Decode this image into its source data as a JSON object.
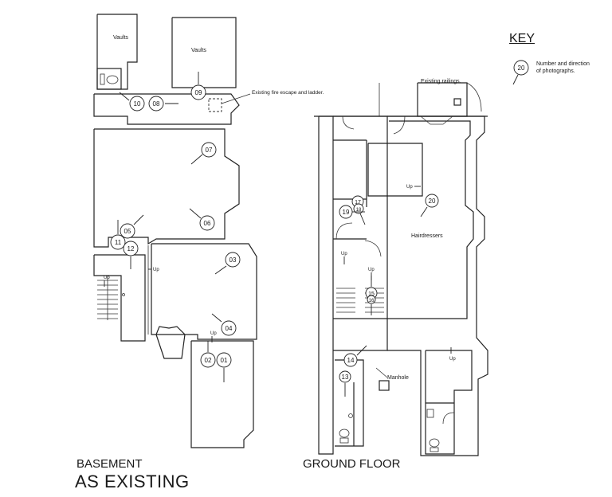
{
  "captions": {
    "basement_line1": "BASEMENT",
    "basement_line2": "AS EXISTING",
    "ground_floor": "GROUND FLOOR"
  },
  "key": {
    "title": "KEY",
    "sample_number": "20",
    "description": "Number and direction of photographs."
  },
  "labels": {
    "vaults": "Vaults",
    "fire_escape": "Existing fire escape and ladder.",
    "up": "Up",
    "railings": "Existing railings.",
    "hairdressers": "Hairdressers",
    "manhole": "Manhole"
  },
  "markers": {
    "basement": [
      "10",
      "08",
      "09",
      "07",
      "05",
      "06",
      "11",
      "12",
      "03",
      "04",
      "02",
      "01"
    ],
    "ground": [
      "17",
      "18",
      "19",
      "20",
      "15",
      "16",
      "14",
      "13"
    ]
  }
}
